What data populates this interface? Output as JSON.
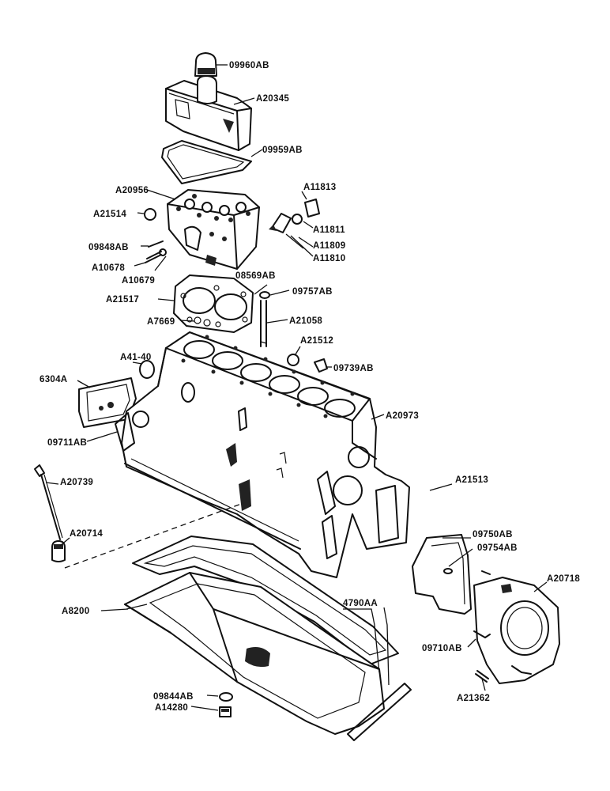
{
  "labels": {
    "p09960AB": "09960AB",
    "pA20345": "A20345",
    "p09959AB": "09959AB",
    "pA20956": "A20956",
    "pA11813": "A11813",
    "pA21514": "A21514",
    "pA11811": "A11811",
    "pA11809": "A11809",
    "pA11810": "A11810",
    "p09848AB": "09848AB",
    "pA10678": "A10678",
    "pA10679": "A10679",
    "p08569AB": "08569AB",
    "pA21517": "A21517",
    "p09757AB": "09757AB",
    "pA7669": "A7669",
    "pA21058": "A21058",
    "pA21512": "A21512",
    "pA4140": "A41-40",
    "p09739AB": "09739AB",
    "p6304A": "6304A",
    "pA20973": "A20973",
    "p09711AB": "09711AB",
    "pA20739": "A20739",
    "pA21513": "A21513",
    "pA20714": "A20714",
    "p09750AB": "09750AB",
    "p09754AB": "09754AB",
    "pA20718": "A20718",
    "pA8200": "A8200",
    "p4790AA": "4790AA",
    "p09710AB": "09710AB",
    "p09844AB": "09844AB",
    "pA14280": "A14280",
    "pA21362": "A21362"
  }
}
